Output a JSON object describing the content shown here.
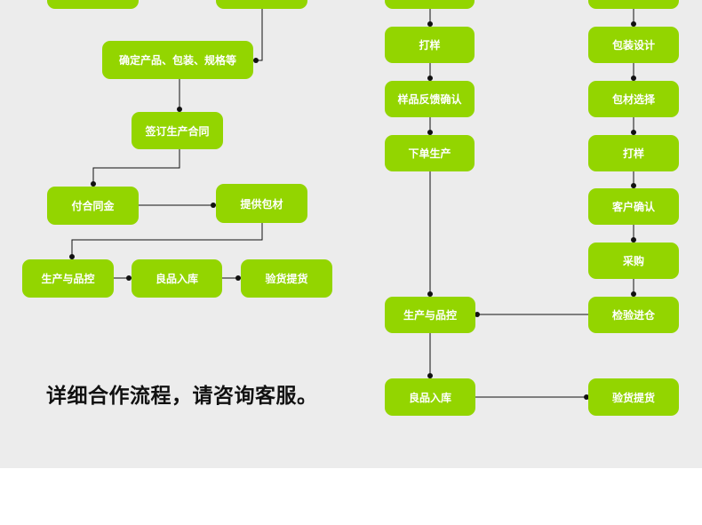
{
  "colors": {
    "panel": "#ececec",
    "node": "#93d500",
    "line": "#111111"
  },
  "left_flow": {
    "confirm_specs": "确定产品、包装、规格等",
    "sign_contract": "签订生产合同",
    "pay_deposit": "付合同金",
    "supply_materials": "提供包材",
    "production_qc": "生产与品控",
    "warehousing": "良品入库",
    "inspection_delivery": "验货提货"
  },
  "right_flow": {
    "proofing": "打样",
    "sample_feedback": "样品反馈确认",
    "place_order": "下单生产",
    "production_qc": "生产与品控",
    "warehousing": "良品入库"
  },
  "packaging_flow": {
    "packaging_design": "包装设计",
    "material_selection": "包材选择",
    "proofing": "打样",
    "customer_confirm": "客户确认",
    "purchasing": "采购",
    "inspection_storage": "检验进仓",
    "inspection_delivery": "验货提货"
  },
  "note": "详细合作流程，请咨询客服。"
}
